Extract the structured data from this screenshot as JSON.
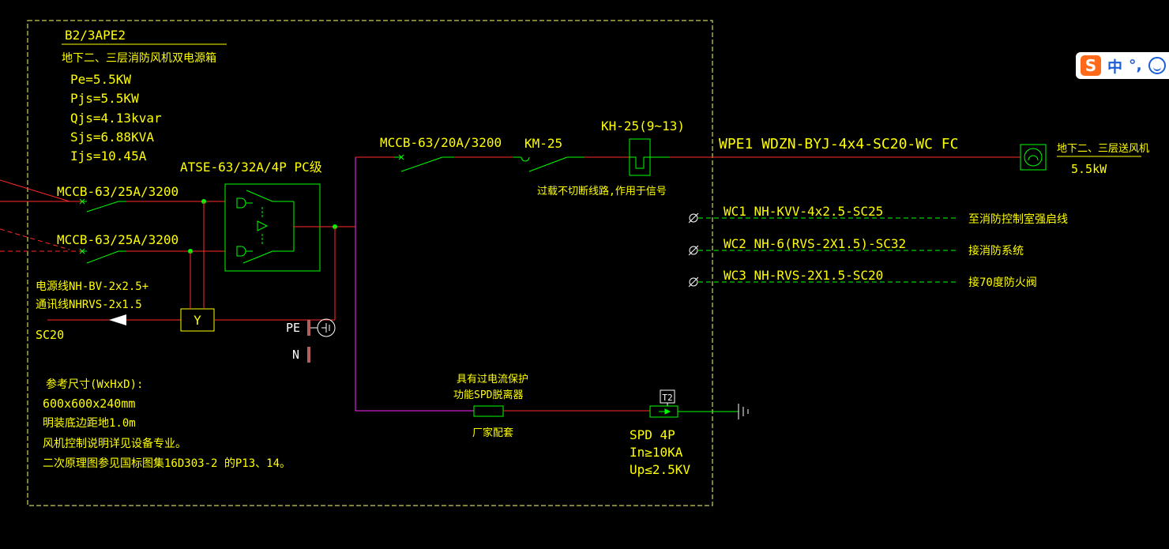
{
  "panel": {
    "id": "B2/3APE2",
    "desc": "地下二、三层消防风机双电源箱",
    "loads": [
      "Pe=5.5KW",
      "Pjs=5.5KW",
      "Qjs=4.13kvar",
      "Sjs=6.88KVA",
      "Ijs=10.45A"
    ]
  },
  "inputs": {
    "breaker1": "MCCB-63/25A/3200",
    "breaker2": "MCCB-63/25A/3200",
    "ats": "ATSE-63/32A/4P PC级",
    "cable1": "电源线NH-BV-2x2.5+",
    "cable2": "通讯线NHRVS-2x1.5",
    "conduit": "SC20",
    "relay": "Y",
    "pe": "PE",
    "n": "N"
  },
  "outgoing": {
    "breaker": "MCCB-63/20A/3200",
    "contactor": "KM-25",
    "thermal": "KH-25(9~13)",
    "note": "过载不切断线路,作用于信号",
    "feeder": "WPE1  WDZN-BYJ-4x4-SC20-WC FC",
    "fan_name": "地下二、三层送风机",
    "fan_power": "5.5kW"
  },
  "control_lines": [
    {
      "cable": "WC1  NH-KVV-4x2.5-SC25",
      "dest": "至消防控制室强启线"
    },
    {
      "cable": "WC2  NH-6(RVS-2X1.5)-SC32",
      "dest": "接消防系统"
    },
    {
      "cable": "WC3  NH-RVS-2X1.5-SC20",
      "dest": "接70度防火阀"
    }
  ],
  "spd": {
    "protector_note1": "具有过电流保护",
    "protector_note2": "功能SPD脱离器",
    "supplier": "厂家配套",
    "class": "T2",
    "model": "SPD 4P",
    "in": "In≥10KA",
    "up": "Up≤2.5KV"
  },
  "notes": [
    "参考尺寸(WxHxD):",
    "600x600x240mm",
    "明装底边距地1.0m",
    "风机控制说明详见设备专业。",
    "二次原理图参见国标图集16D303-2 的P13、14。"
  ],
  "ime_bar": {
    "lang": "中",
    "punct": "°,"
  },
  "colors": {
    "wire": "#ff2a2a",
    "green": "#00ff00",
    "yellow": "#ffff00",
    "white": "#ffffff",
    "magenta": "#ff00ff",
    "border": "#ffff66"
  }
}
